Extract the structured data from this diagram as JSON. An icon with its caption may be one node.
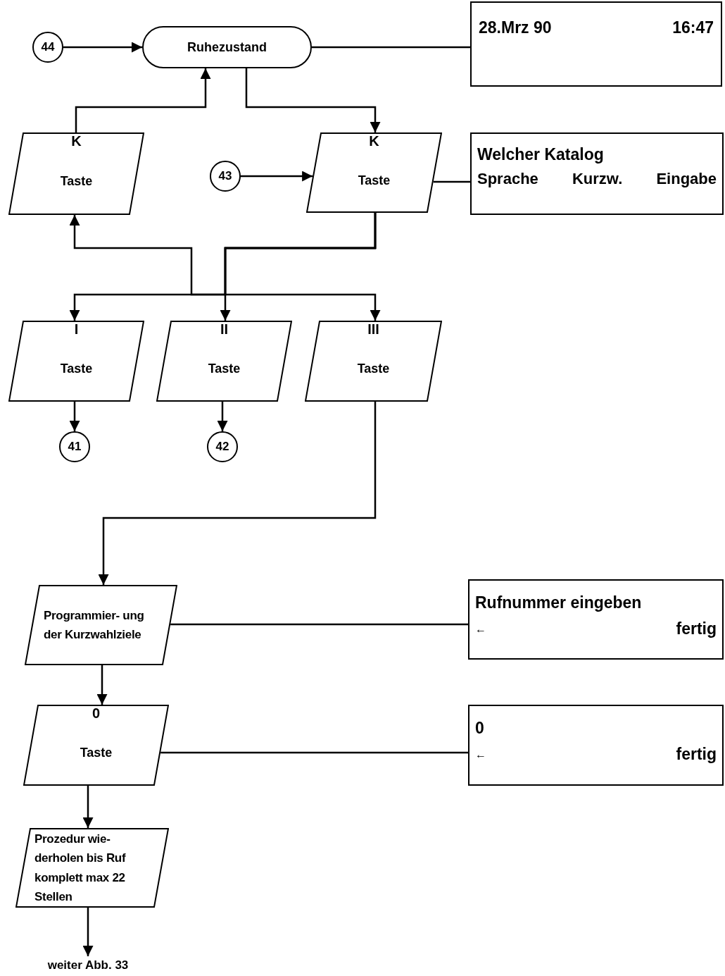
{
  "diagram": {
    "nodes": [
      {
        "text": [
          "44"
        ]
      },
      {
        "text": [
          "Ruhezustand"
        ]
      },
      {
        "text": [
          "28.Mrz 90",
          "16:47"
        ]
      },
      {
        "text": [
          "K",
          "Taste"
        ]
      },
      {
        "text": [
          "43"
        ]
      },
      {
        "text": [
          "K",
          "Taste"
        ]
      },
      {
        "text": [
          "Welcher Katalog",
          "Sprache",
          "Kurzw.",
          "Eingabe"
        ]
      },
      {
        "text": [
          "I",
          "Taste"
        ]
      },
      {
        "text": [
          "II",
          "Taste"
        ]
      },
      {
        "text": [
          "III",
          "Taste"
        ]
      },
      {
        "text": [
          "41"
        ]
      },
      {
        "text": [
          "42"
        ]
      },
      {
        "text": [
          "Programmier- ung der Kurzwahlziele"
        ]
      },
      {
        "text": [
          "Rufnummer eingeben",
          "←",
          "fertig"
        ]
      },
      {
        "text": [
          "0",
          "Taste"
        ]
      },
      {
        "text": [
          "0",
          "←",
          "fertig"
        ]
      },
      {
        "text": [
          "Prozedur wie- derholen bis Ruf komplett max 22 Stellen"
        ]
      },
      {
        "text": [
          "weiter Abb. 33"
        ]
      }
    ],
    "edges": [
      {
        "from": 0,
        "to": 1,
        "arrow": "to"
      },
      {
        "from": 1,
        "to": 2,
        "arrow": "none"
      },
      {
        "from": 3,
        "to": 1,
        "arrow": "to"
      },
      {
        "from": 1,
        "to": 5,
        "arrow": "to"
      },
      {
        "from": 4,
        "to": 5,
        "arrow": "to"
      },
      {
        "from": 5,
        "to": 6,
        "arrow": "none"
      },
      {
        "from": 5,
        "to": 7,
        "arrow": "to"
      },
      {
        "from": 5,
        "to": 8,
        "arrow": "to"
      },
      {
        "from": 5,
        "to": 9,
        "arrow": "to"
      },
      {
        "from": 5,
        "to": 3,
        "arrow": "to"
      },
      {
        "from": 7,
        "to": 10,
        "arrow": "to"
      },
      {
        "from": 8,
        "to": 11,
        "arrow": "to"
      },
      {
        "from": 9,
        "to": 12,
        "arrow": "to"
      },
      {
        "from": 12,
        "to": 13,
        "arrow": "none"
      },
      {
        "from": 12,
        "to": 14,
        "arrow": "to"
      },
      {
        "from": 14,
        "to": 15,
        "arrow": "none"
      },
      {
        "from": 14,
        "to": 16,
        "arrow": "to"
      },
      {
        "from": 16,
        "to": 17,
        "arrow": "to"
      }
    ]
  }
}
